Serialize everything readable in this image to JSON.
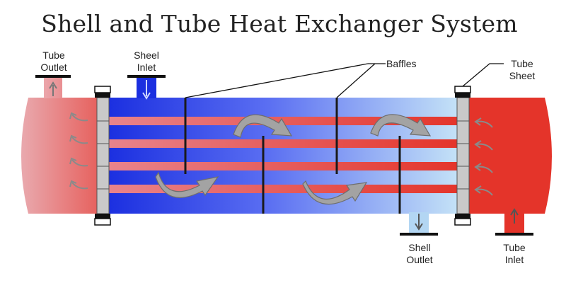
{
  "title": "Shell and Tube Heat Exchanger System",
  "labels": {
    "tube_outlet": [
      "Tube",
      "Outlet"
    ],
    "sheel_inlet": [
      "Sheel",
      "Inlet"
    ],
    "baffles": "Baffles",
    "tube_sheet": [
      "Tube",
      "Sheet"
    ],
    "shell_outlet": [
      "Shell",
      "Outlet"
    ],
    "tube_inlet": [
      "Tube",
      "Inlet"
    ]
  },
  "colors": {
    "hot": "#e4342a",
    "cool_tube_end": "#e89aa0",
    "shell_cold": "#1b2fe0",
    "shell_warm": "#c6e4f7",
    "tube_sheet": "#c9c9c9",
    "flow_arrow": "#9a9a9a",
    "baffle": "#1a1a1a"
  }
}
